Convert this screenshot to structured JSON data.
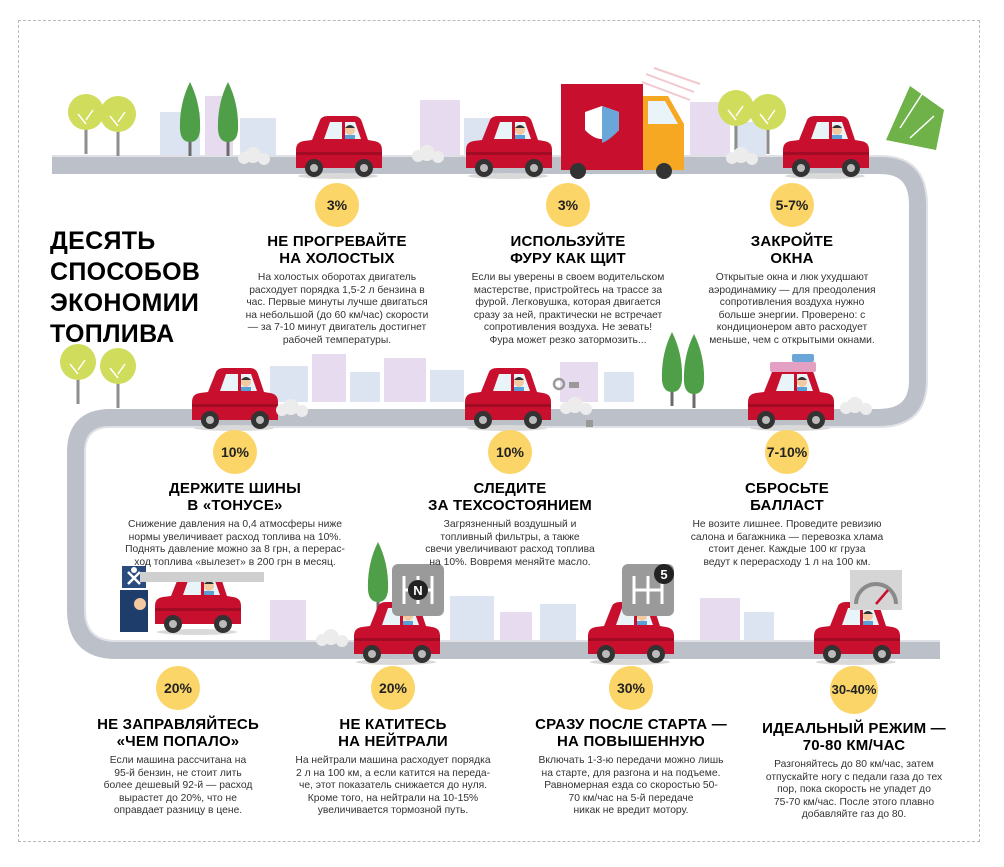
{
  "title_lines": [
    "ДЕСЯТЬ",
    "СПОСОБОВ",
    "ЭКОНОМИИ",
    "ТОПЛИВА"
  ],
  "colors": {
    "road": "#bcc0c8",
    "road_edge": "#dfe1e6",
    "car": "#c8102e",
    "badge": "#fbd567",
    "skyline_lilac": "#e7dcef",
    "skyline_blue": "#dde4f1",
    "tree_lime": "#cfdc5c",
    "tree_green": "#4f9e48"
  },
  "tips": [
    {
      "badge": "3%",
      "heading": [
        "НЕ ПРОГРЕВАЙТЕ",
        "НА ХОЛОСТЫХ"
      ],
      "text": [
        "На холостых оборотах двигатель",
        "расходует порядка 1,5-2 л бензина в",
        "час. Первые минуты лучше двигаться",
        "на небольшой (до 60 км/час) скорости",
        "— за 7-10 минут двигатель достигнет",
        "рабочей температуры."
      ]
    },
    {
      "badge": "3%",
      "heading": [
        "ИСПОЛЬЗУЙТЕ",
        "ФУРУ КАК ЩИТ"
      ],
      "text": [
        "Если вы уверены в своем водительском",
        "мастерстве, пристройтесь на трассе за",
        "фурой. Легковушка, которая двигается",
        "сразу за ней, практически не встречает",
        "сопротивления воздуха. Не зевать!",
        "Фура может резко затормозить..."
      ]
    },
    {
      "badge": "5-7%",
      "heading": [
        "ЗАКРОЙТЕ",
        "ОКНА"
      ],
      "text": [
        "Открытые окна и люк ухудшают",
        "аэродинамику — для преодоления",
        "сопротивления воздуха нужно",
        "больше энергии. Проверено: с",
        "кондиционером авто расходует",
        "меньше, чем с открытыми окнами."
      ]
    },
    {
      "badge": "10%",
      "heading": [
        "ДЕРЖИТЕ ШИНЫ",
        "В «ТОНУСЕ»"
      ],
      "text": [
        "Снижение давления на 0,4 атмосферы ниже",
        "нормы увеличивает расход топлива на 10%.",
        "Поднять давление можно за 8 грн, а перерас-",
        "ход топлива «вылезет» в 200 грн в месяц."
      ]
    },
    {
      "badge": "10%",
      "heading": [
        "СЛЕДИТЕ",
        "ЗА ТЕХСОСТОЯНИЕМ"
      ],
      "text": [
        "Загрязненный воздушный и",
        "топливный фильтры, а также",
        "свечи увеличивают расход топлива",
        "на 10%. Вовремя меняйте масло."
      ]
    },
    {
      "badge": "7-10%",
      "heading": [
        "СБРОСЬТЕ",
        "БАЛЛАСТ"
      ],
      "text": [
        "Не возите лишнее. Проведите ревизию",
        "салона и багажника — перевозка хлама",
        "стоит денег. Каждые 100 кг груза",
        "ведут к перерасходу 1 л на 100 км."
      ]
    },
    {
      "badge": "20%",
      "heading": [
        "НЕ ЗАПРАВЛЯЙТЕСЬ",
        "«ЧЕМ ПОПАЛО»"
      ],
      "text": [
        "Если машина рассчитана на",
        "95-й бензин, не стоит лить",
        "более дешевый 92-й — расход",
        "вырастет до 20%, что не",
        "оправдает разницу в цене."
      ]
    },
    {
      "badge": "20%",
      "heading": [
        "НЕ КАТИТЕСЬ",
        "НА НЕЙТРАЛИ"
      ],
      "text": [
        "На нейтрали машина расходует порядка",
        "2 л на 100 км, а если катится на переда-",
        "че, этот показатель снижается до нуля.",
        "Кроме того, на нейтрали на 10-15%",
        "увеличивается тормозной путь."
      ]
    },
    {
      "badge": "30%",
      "heading": [
        "СРАЗУ ПОСЛЕ СТАРТА —",
        "НА ПОВЫШЕННУЮ"
      ],
      "text": [
        "Включать 1-3-ю передачи можно лишь",
        "на старте, для разгона и на подъеме.",
        "Равномерная езда со скоростью 50-",
        "70 км/час на 5-й передаче",
        "никак не вредит мотору."
      ]
    },
    {
      "badge": "30-40%",
      "heading": [
        "ИДЕАЛЬНЫЙ РЕЖИМ —",
        "70-80 КМ/ЧАС"
      ],
      "text": [
        "Разгоняйтесь до 80 км/час, затем",
        "отпускайте ногу с педали газа до тех",
        "пор, пока скорость не упадет до",
        "75-70 км/час. После этого плавно",
        "добавляйте газ до 80."
      ]
    }
  ],
  "gear_labels": {
    "neutral": "N",
    "fifth": "5"
  }
}
